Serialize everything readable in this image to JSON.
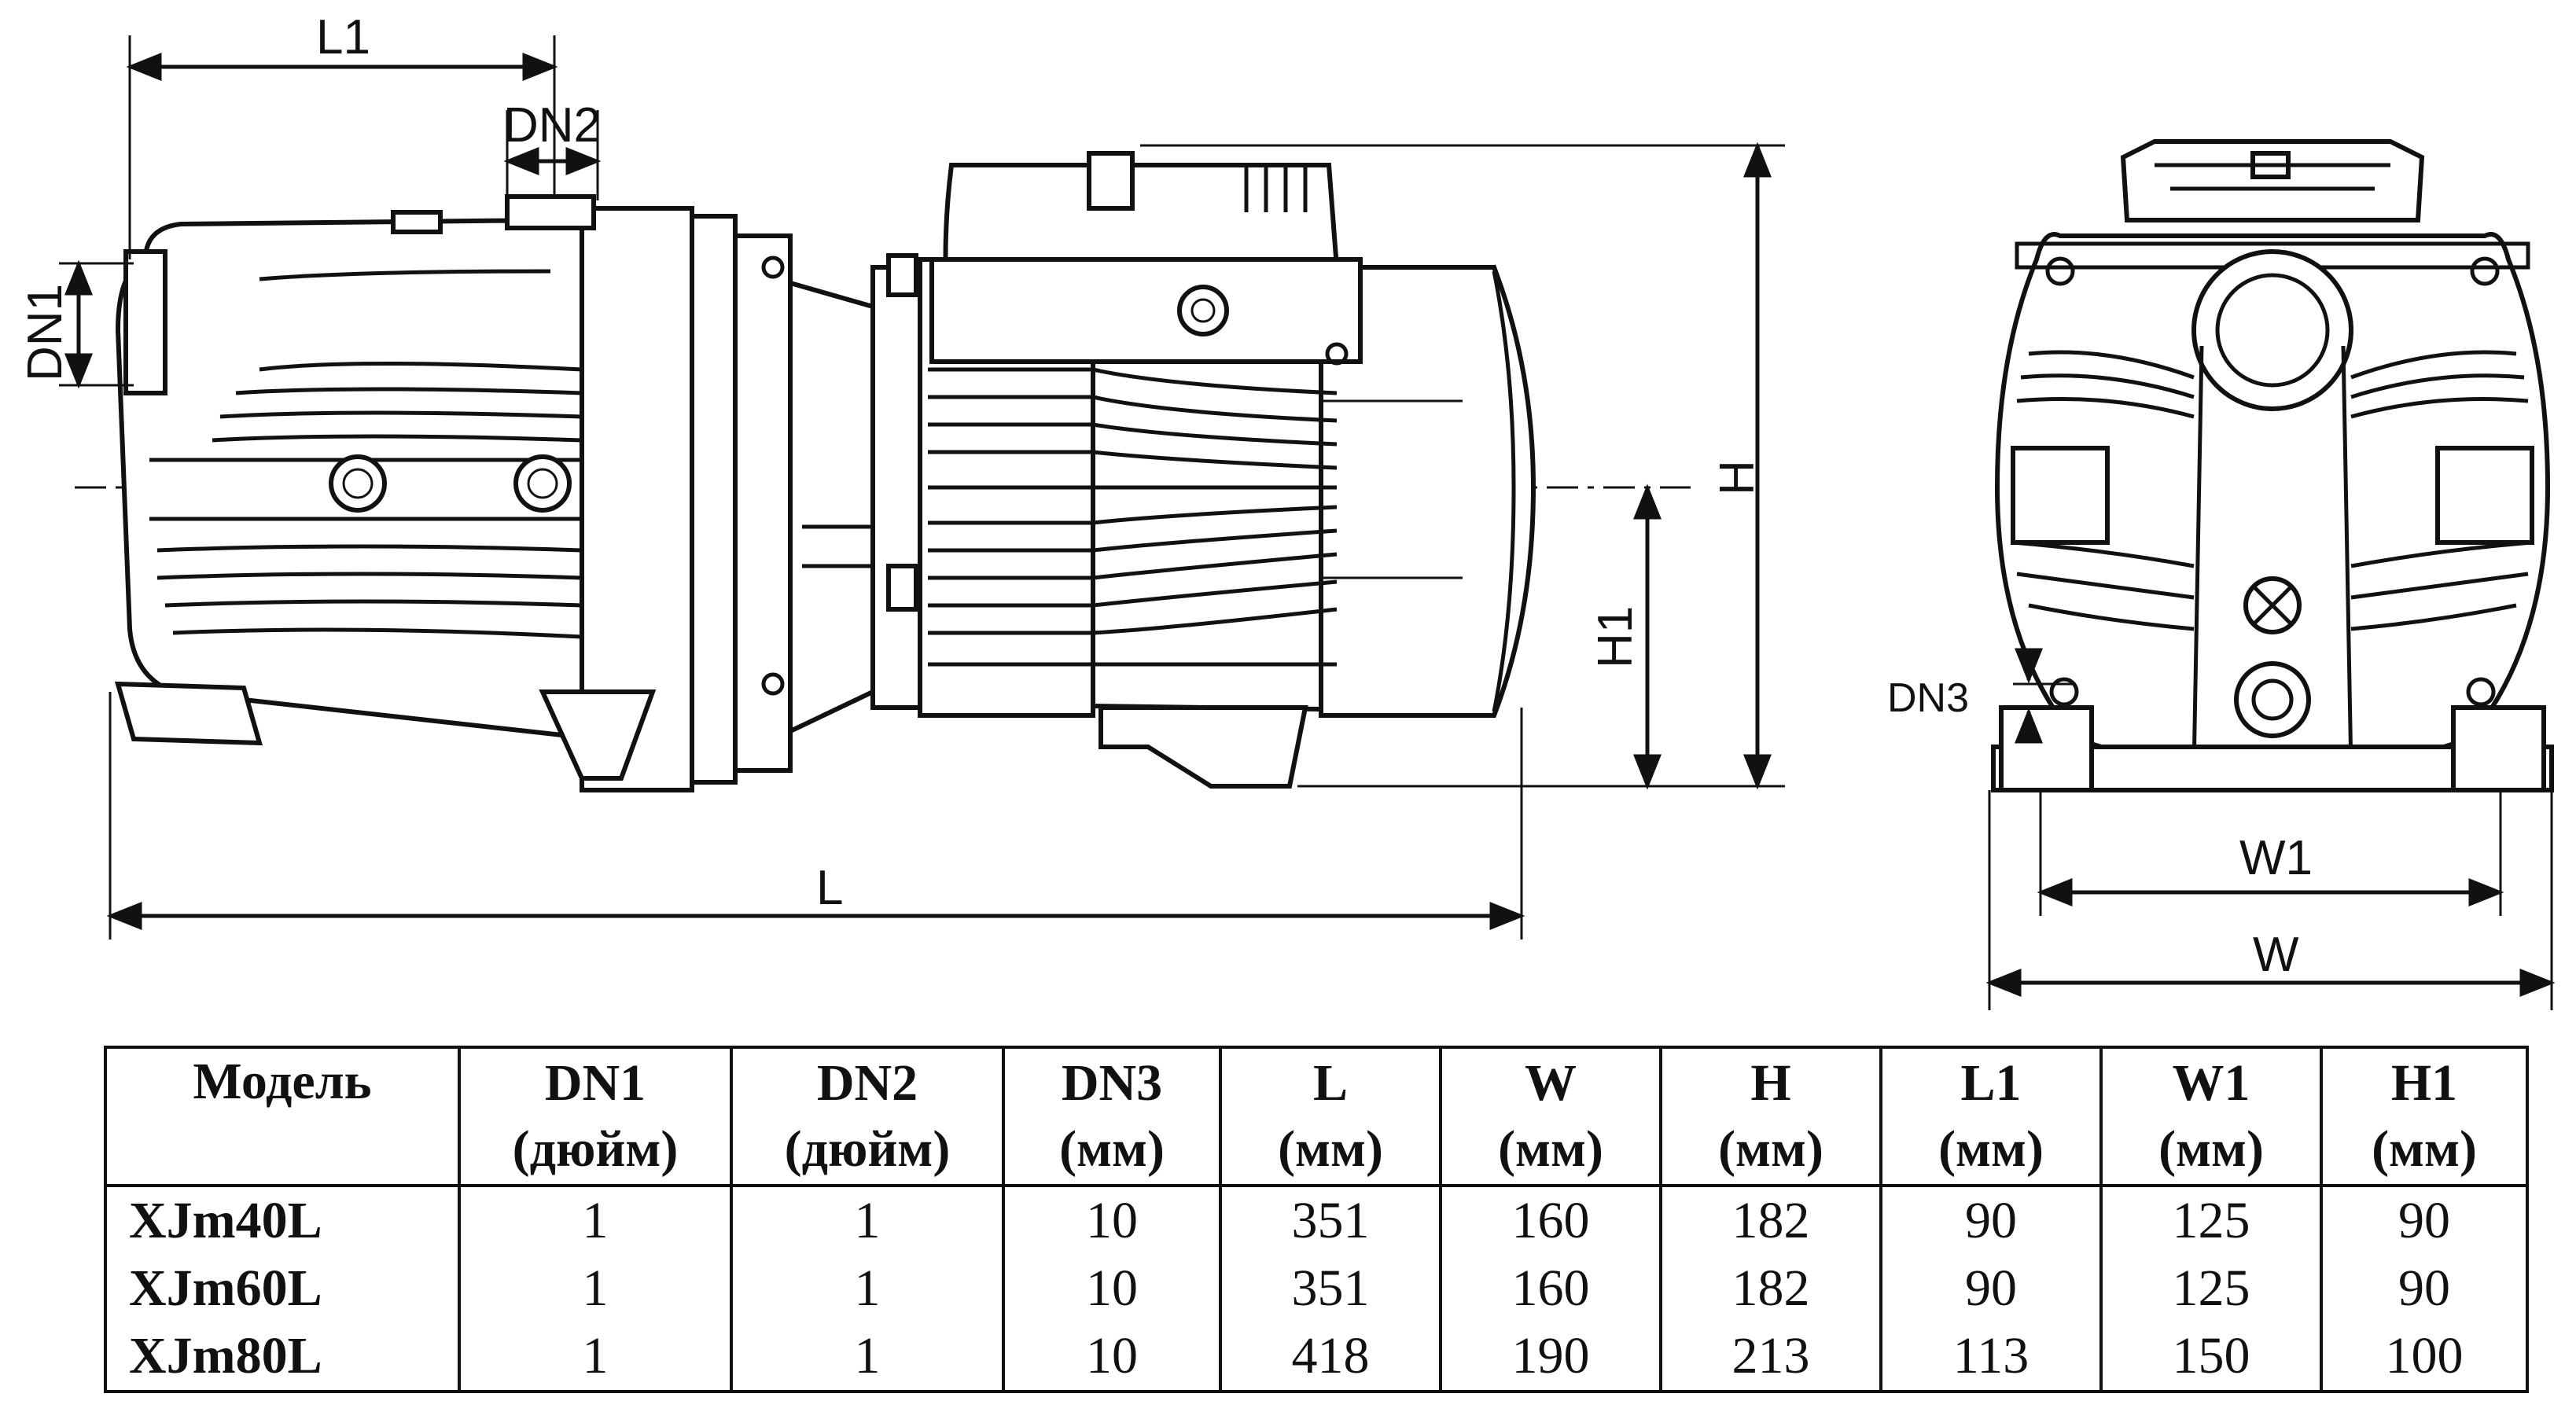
{
  "drawing": {
    "dimensions": {
      "L1": "L1",
      "DN2": "DN2",
      "DN1": "DN1",
      "H": "H",
      "H1": "H1",
      "L": "L",
      "DN3": "DN3",
      "W1": "W1",
      "W": "W"
    }
  },
  "table": {
    "headers": [
      {
        "line1": "Модель",
        "line2": ""
      },
      {
        "line1": "DN1",
        "line2": "(дюйм)"
      },
      {
        "line1": "DN2",
        "line2": "(дюйм)"
      },
      {
        "line1": "DN3",
        "line2": "(мм)"
      },
      {
        "line1": "L",
        "line2": "(мм)"
      },
      {
        "line1": "W",
        "line2": "(мм)"
      },
      {
        "line1": "H",
        "line2": "(мм)"
      },
      {
        "line1": "L1",
        "line2": "(мм)"
      },
      {
        "line1": "W1",
        "line2": "(мм)"
      },
      {
        "line1": "H1",
        "line2": "(мм)"
      }
    ],
    "rows": [
      [
        "XJm40L",
        "1",
        "1",
        "10",
        "351",
        "160",
        "182",
        "90",
        "125",
        "90"
      ],
      [
        "XJm60L",
        "1",
        "1",
        "10",
        "351",
        "160",
        "182",
        "90",
        "125",
        "90"
      ],
      [
        "XJm80L",
        "1",
        "1",
        "10",
        "418",
        "190",
        "213",
        "113",
        "150",
        "100"
      ]
    ]
  }
}
